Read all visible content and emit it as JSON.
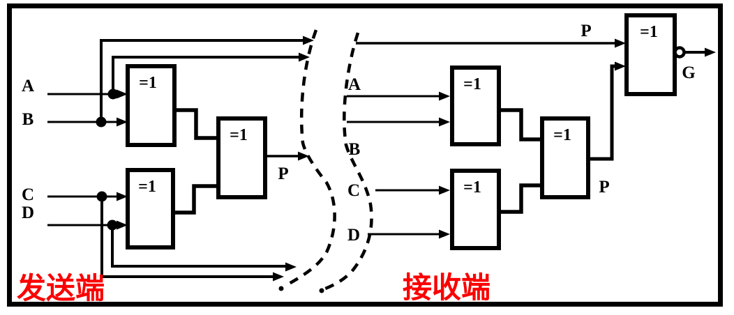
{
  "diagram": {
    "gate_symbol": "=1",
    "sender": {
      "label": "发送端",
      "input_a": "A",
      "input_b": "B",
      "input_c": "C",
      "input_d": "D",
      "parity_out": "P"
    },
    "receiver": {
      "label": "接收端",
      "input_a": "A",
      "input_b": "B",
      "input_c": "C",
      "input_d": "D",
      "parity_top": "P",
      "parity_mid": "P",
      "error_out": "G"
    },
    "colors": {
      "line": "#000000",
      "section_label": "#fa0000",
      "background": "#ffffff"
    }
  }
}
